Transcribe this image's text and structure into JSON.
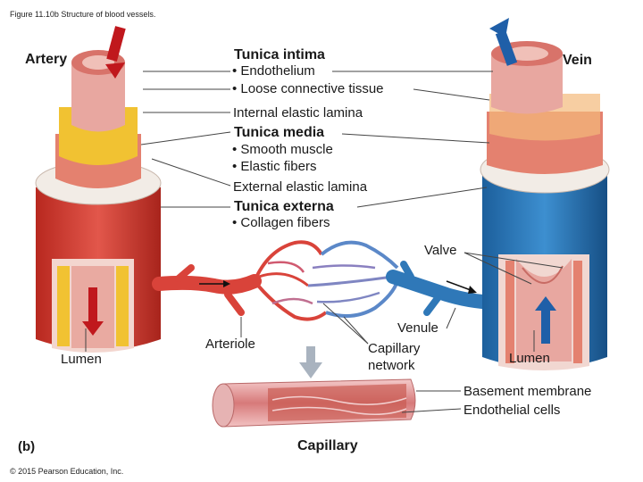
{
  "figure_caption": "Figure 11.10b Structure of blood vessels.",
  "copyright": "© 2015 Pearson Education, Inc.",
  "panel_label": "(b)",
  "labels": {
    "artery": "Artery",
    "vein": "Vein",
    "tunica_intima": "Tunica intima",
    "endothelium": "• Endothelium",
    "loose_connective": "• Loose connective tissue",
    "internal_elastic": "Internal elastic lamina",
    "tunica_media": "Tunica media",
    "smooth_muscle": "• Smooth muscle",
    "elastic_fibers": "• Elastic fibers",
    "external_elastic": "External elastic lamina",
    "tunica_externa": "Tunica externa",
    "collagen_fibers": "• Collagen fibers",
    "valve": "Valve",
    "venule": "Venule",
    "arteriole": "Arteriole",
    "capillary_network_1": "Capillary",
    "capillary_network_2": "network",
    "lumen_left": "Lumen",
    "lumen_right": "Lumen",
    "basement_membrane": "Basement membrane",
    "endothelial_cells": "Endothelial cells",
    "capillary": "Capillary"
  },
  "colors": {
    "artery_red": "#d9433a",
    "vein_blue": "#2f78b8",
    "intima_pink": "#e8a7a0",
    "elastic_yellow": "#f1c232",
    "media_salmon": "#e4816f",
    "leader_line": "#444444"
  }
}
